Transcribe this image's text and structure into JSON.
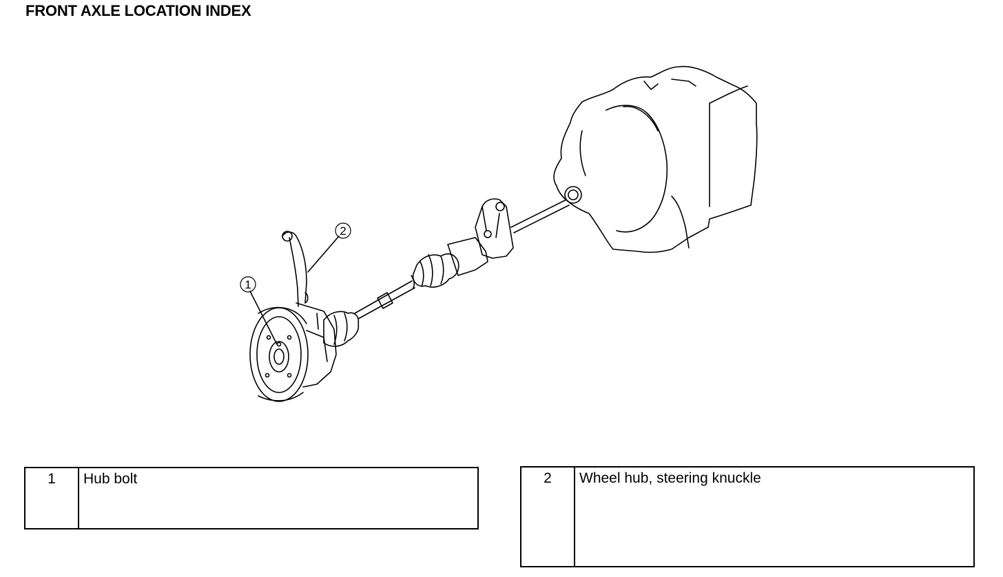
{
  "page": {
    "title": "FRONT AXLE LOCATION INDEX"
  },
  "diagram": {
    "callouts": [
      {
        "number": "1",
        "target": "Hub bolt"
      },
      {
        "number": "2",
        "target": "Wheel hub, steering knuckle"
      }
    ],
    "colors": {
      "line": "#000000",
      "background": "#ffffff"
    }
  },
  "legend": [
    {
      "number": "1",
      "label": "Hub bolt"
    },
    {
      "number": "2",
      "label": "Wheel hub, steering knuckle"
    }
  ]
}
